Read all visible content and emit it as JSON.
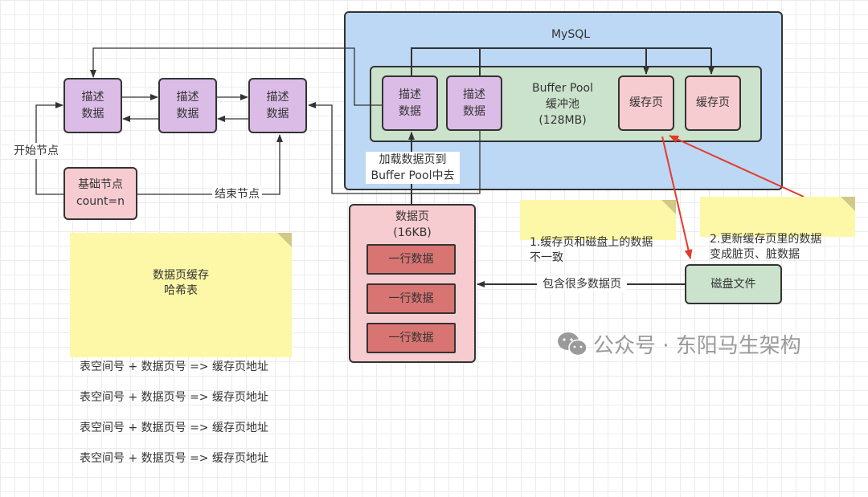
{
  "free_list": {
    "nodes": [
      {
        "label": "描述\n数据"
      },
      {
        "label": "描述\n数据"
      },
      {
        "label": "描述\n数据"
      }
    ],
    "base_node": {
      "label": "基础节点\ncount=n"
    },
    "start_label": "开始节点",
    "end_label": "结束节点"
  },
  "mysql": {
    "title": "MySQL",
    "buffer_pool": {
      "label": "Buffer Pool\n缓冲池\n(128MB)",
      "desc_nodes": [
        {
          "label": "描述\n数据"
        },
        {
          "label": "描述\n数据"
        }
      ],
      "cache_pages": [
        {
          "label": "缓存页"
        },
        {
          "label": "缓存页"
        }
      ]
    },
    "load_label": "加载数据页到\nBuffer Pool中去"
  },
  "data_page": {
    "title": "数据页\n(16KB)",
    "rows": [
      {
        "label": "一行数据"
      },
      {
        "label": "一行数据"
      },
      {
        "label": "一行数据"
      }
    ]
  },
  "disk_file": {
    "label": "磁盘文件",
    "edge_label": "包含很多数据页"
  },
  "notes": {
    "hash_table": {
      "title": "数据页缓存\n哈希表",
      "lines": [
        "表空间号 + 数据页号 => 缓存页地址",
        "表空间号 + 数据页号 => 缓存页地址",
        "表空间号 + 数据页号 => 缓存页地址",
        "表空间号 + 数据页号 => 缓存页地址"
      ]
    },
    "inconsistent": "1.缓存页和磁盘上的数据\n不一致",
    "dirty": "2.更新缓存页里的数据\n变成脏页、脏数据"
  },
  "watermark": {
    "icon": "wechat-icon",
    "text": "公众号 · 东阳马生架构"
  },
  "colors": {
    "arrow_red": "#e53a2b",
    "line": "#333333"
  }
}
